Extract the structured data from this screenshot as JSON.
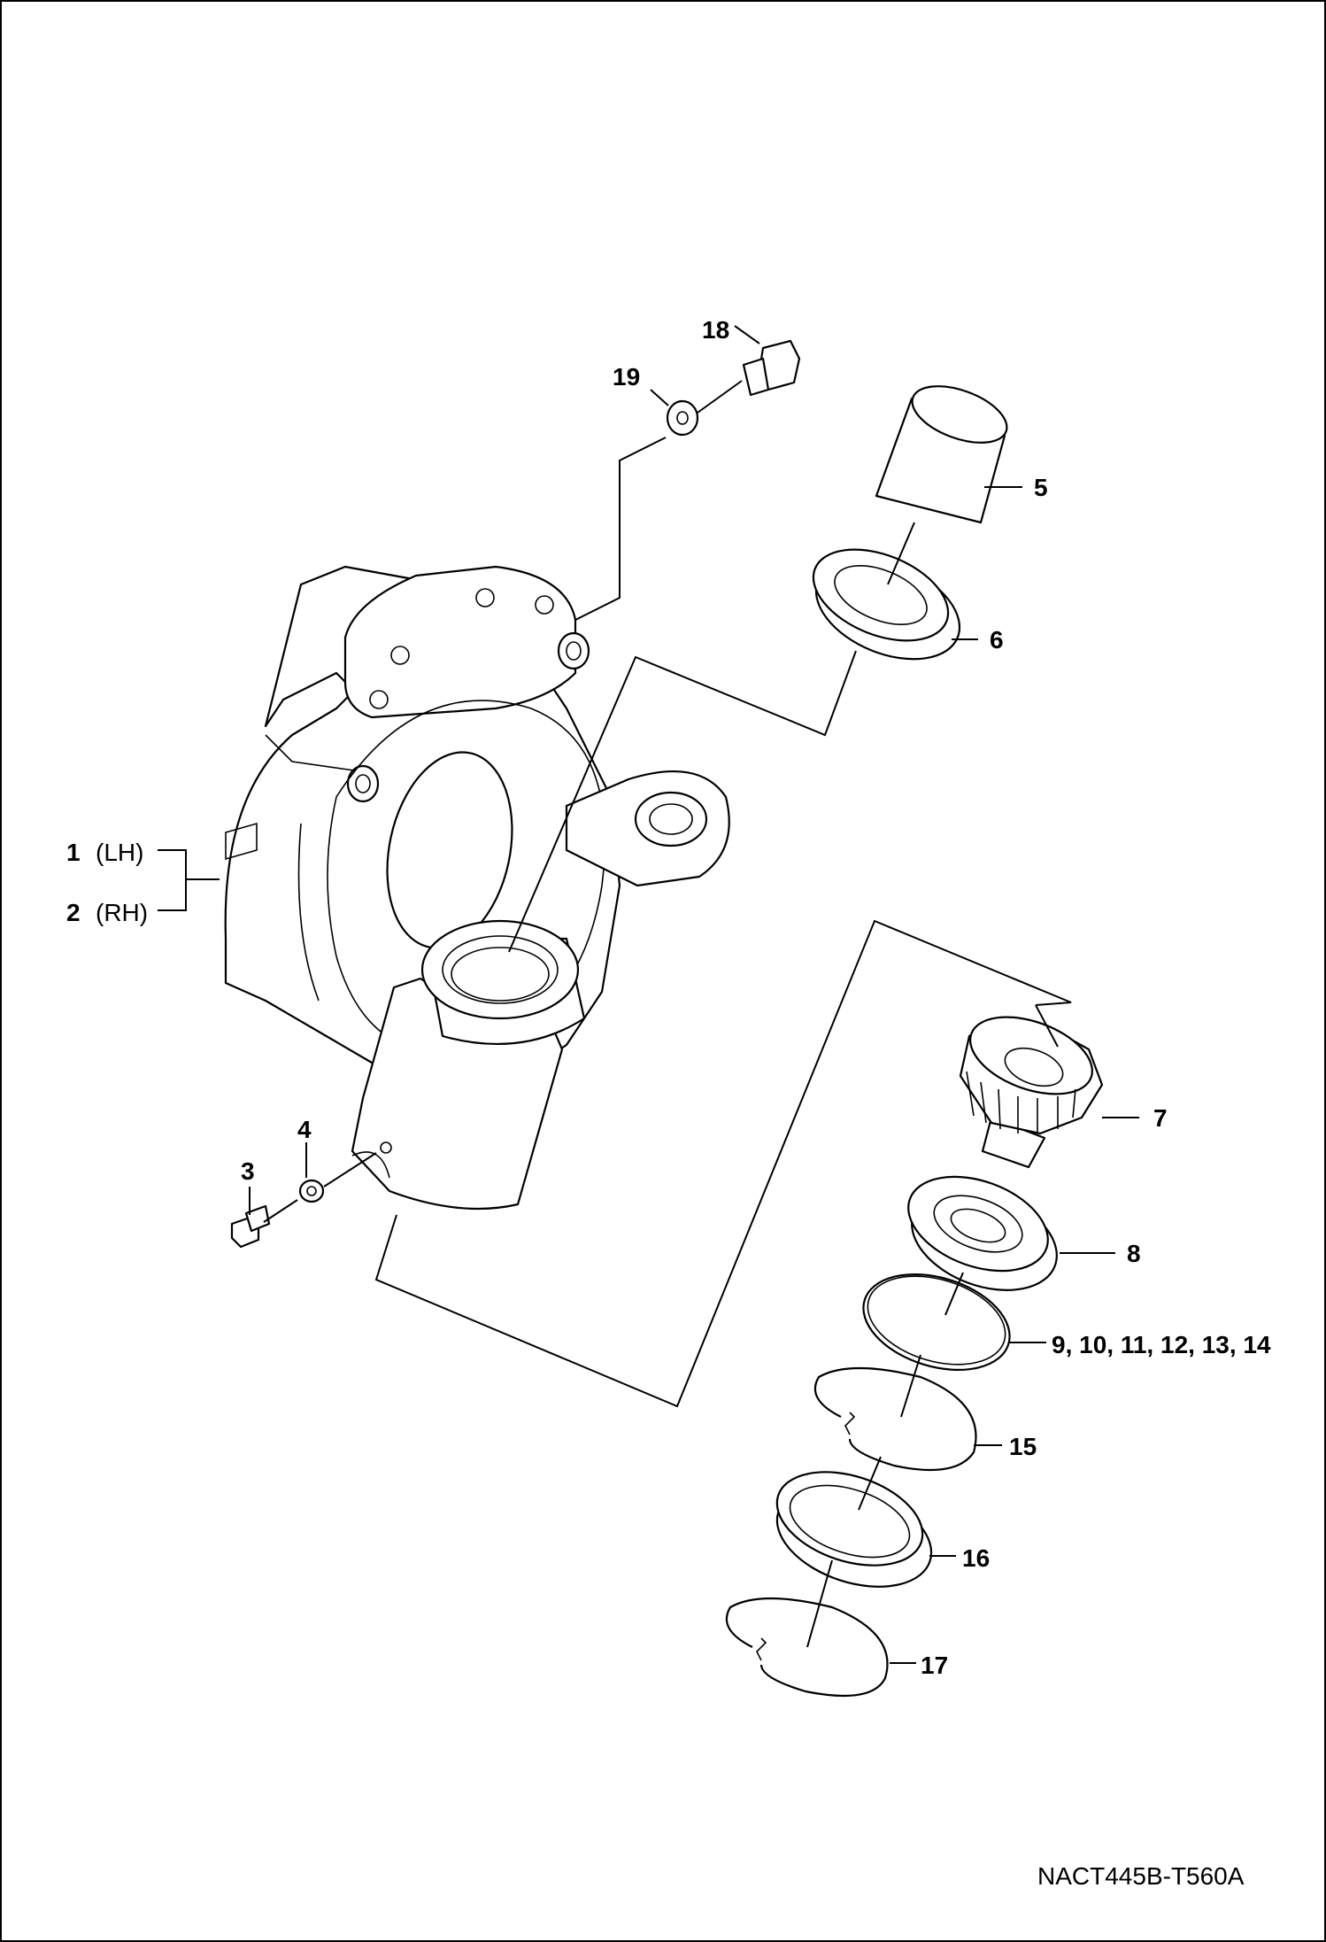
{
  "figure_id": "NACT445B-T560A",
  "callouts": {
    "p1": {
      "num": "1",
      "side": "(LH)"
    },
    "p2": {
      "num": "2",
      "side": "(RH)"
    },
    "p3": "3",
    "p4": "4",
    "p5": "5",
    "p6": "6",
    "p7": "7",
    "p8": "8",
    "p9": "9, 10, 11, 12, 13, 14",
    "p15": "15",
    "p16": "16",
    "p17": "17",
    "p18": "18",
    "p19": "19"
  }
}
